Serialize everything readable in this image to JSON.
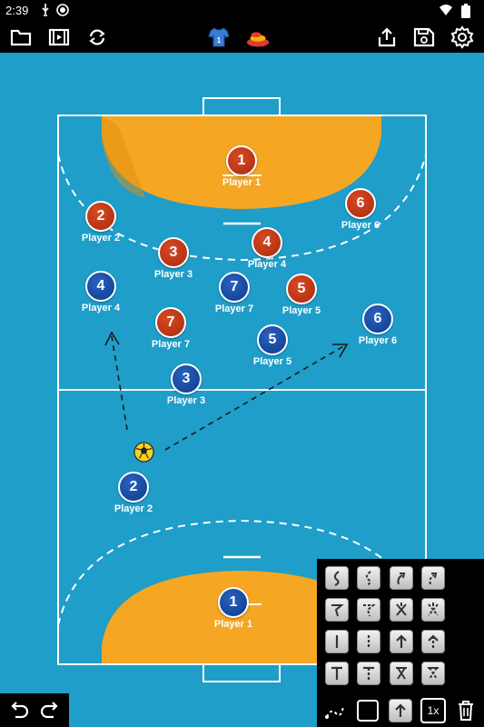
{
  "status_bar": {
    "time": "2:39",
    "icons": [
      "usb-debug-icon",
      "recording-icon",
      "wifi-icon",
      "battery-icon"
    ]
  },
  "toolbar": {
    "left_icons": [
      "folder-icon",
      "movie-icon",
      "sync-icon"
    ],
    "center_icons": [
      "jersey-icon",
      "cones-icon"
    ],
    "right_icons": [
      "share-icon",
      "save-icon",
      "settings-icon"
    ]
  },
  "court": {
    "color": "#1e9ec9",
    "zone_color": "#f5a623",
    "players": [
      {
        "team": "red",
        "number": "1",
        "label": "Player 1"
      },
      {
        "team": "red",
        "number": "2",
        "label": "Player 2"
      },
      {
        "team": "red",
        "number": "3",
        "label": "Player 3"
      },
      {
        "team": "red",
        "number": "4",
        "label": "Player 4"
      },
      {
        "team": "red",
        "number": "5",
        "label": "Player 5"
      },
      {
        "team": "red",
        "number": "6",
        "label": "Player 6"
      },
      {
        "team": "red",
        "number": "7",
        "label": "Player 7"
      },
      {
        "team": "blue",
        "number": "1",
        "label": "Player 1"
      },
      {
        "team": "blue",
        "number": "2",
        "label": "Player 2"
      },
      {
        "team": "blue",
        "number": "3",
        "label": "Player 3"
      },
      {
        "team": "blue",
        "number": "4",
        "label": "Player 4"
      },
      {
        "team": "blue",
        "number": "5",
        "label": "Player 5"
      },
      {
        "team": "blue",
        "number": "6",
        "label": "Player 6"
      },
      {
        "team": "blue",
        "number": "7",
        "label": "Player 7"
      }
    ]
  },
  "tools": {
    "grid_icons": [
      "curve-run-icon",
      "curve-dribble-icon",
      "curve-pass-icon",
      "curve-shot-icon",
      "zigzag-run-icon",
      "zigzag-dribble-icon",
      "zigzag-pass-icon",
      "zigzag-shot-icon",
      "straight-line-icon",
      "straight-dashed-icon",
      "straight-arrow-icon",
      "straight-dashed-arrow-icon",
      "block-icon",
      "dashed-block-icon",
      "cross-arrow-icon",
      "dashed-cross-icon"
    ],
    "bottom": {
      "freehand_icon": "freehand-path-icon",
      "shape_icon": "square-shape-icon",
      "arrow_icon": "arrow-tool-icon",
      "speed_label": "1x",
      "delete_icon": "trash-icon"
    }
  },
  "history": {
    "undo_icon": "undo-icon",
    "redo_icon": "redo-icon"
  }
}
